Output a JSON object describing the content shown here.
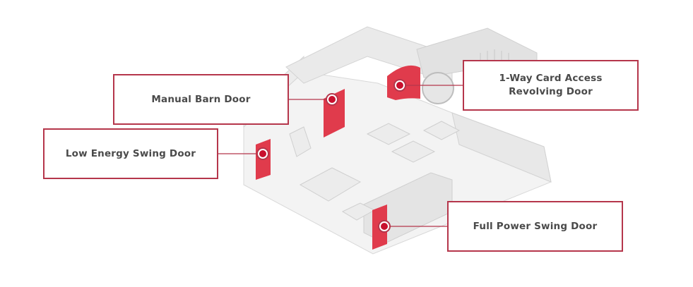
{
  "colors": {
    "accent": "#b5364b",
    "door_red": "#e03b4c",
    "wall": "#e6e6e6",
    "floor": "#f2f2f2",
    "edge": "#cfcfcf"
  },
  "callouts": {
    "manual_barn": "Manual Barn Door",
    "low_energy": "Low Energy Swing Door",
    "revolving": "1-Way Card Access Revolving Door",
    "full_power": "Full Power Swing Door"
  }
}
